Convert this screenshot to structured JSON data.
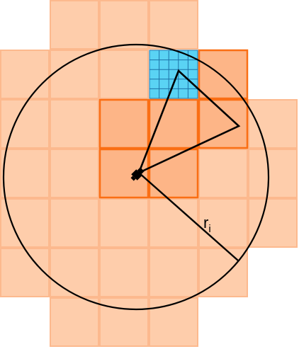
{
  "diagram": {
    "labels": {
      "radius_main": "r",
      "radius_subscript": "i"
    },
    "colors": {
      "light_cell_fill": "#FECDAB",
      "light_cell_stroke": "#FCB98E",
      "medium_cell_fill": "#FDB587",
      "medium_cell_stroke": "#FA6E14",
      "fine_grid_fill": "#5AD3F4",
      "fine_grid_stroke": "#1D72A8",
      "line_color": "#000000"
    },
    "grid": {
      "columns": 6,
      "rows": 7,
      "fine_subdivisions": 5,
      "cells": [
        {
          "col": 1,
          "row": 0,
          "kind": "light"
        },
        {
          "col": 2,
          "row": 0,
          "kind": "light"
        },
        {
          "col": 3,
          "row": 0,
          "kind": "light"
        },
        {
          "col": 0,
          "row": 1,
          "kind": "light"
        },
        {
          "col": 1,
          "row": 1,
          "kind": "light"
        },
        {
          "col": 2,
          "row": 1,
          "kind": "light"
        },
        {
          "col": 3,
          "row": 1,
          "kind": "fine"
        },
        {
          "col": 4,
          "row": 1,
          "kind": "medium"
        },
        {
          "col": 0,
          "row": 2,
          "kind": "light"
        },
        {
          "col": 1,
          "row": 2,
          "kind": "light"
        },
        {
          "col": 2,
          "row": 2,
          "kind": "medium"
        },
        {
          "col": 3,
          "row": 2,
          "kind": "medium"
        },
        {
          "col": 4,
          "row": 2,
          "kind": "medium"
        },
        {
          "col": 5,
          "row": 2,
          "kind": "light"
        },
        {
          "col": 0,
          "row": 3,
          "kind": "light"
        },
        {
          "col": 1,
          "row": 3,
          "kind": "light"
        },
        {
          "col": 2,
          "row": 3,
          "kind": "medium"
        },
        {
          "col": 3,
          "row": 3,
          "kind": "medium"
        },
        {
          "col": 4,
          "row": 3,
          "kind": "light"
        },
        {
          "col": 5,
          "row": 3,
          "kind": "light"
        },
        {
          "col": 0,
          "row": 4,
          "kind": "light"
        },
        {
          "col": 1,
          "row": 4,
          "kind": "light"
        },
        {
          "col": 2,
          "row": 4,
          "kind": "light"
        },
        {
          "col": 3,
          "row": 4,
          "kind": "light"
        },
        {
          "col": 4,
          "row": 4,
          "kind": "light"
        },
        {
          "col": 5,
          "row": 4,
          "kind": "light"
        },
        {
          "col": 0,
          "row": 5,
          "kind": "light"
        },
        {
          "col": 1,
          "row": 5,
          "kind": "light"
        },
        {
          "col": 2,
          "row": 5,
          "kind": "light"
        },
        {
          "col": 3,
          "row": 5,
          "kind": "light"
        },
        {
          "col": 4,
          "row": 5,
          "kind": "light"
        },
        {
          "col": 1,
          "row": 6,
          "kind": "light"
        },
        {
          "col": 2,
          "row": 6,
          "kind": "light"
        },
        {
          "col": 3,
          "row": 6,
          "kind": "light"
        }
      ]
    },
    "icons": {
      "sensor": "camera-sensor-icon"
    }
  }
}
